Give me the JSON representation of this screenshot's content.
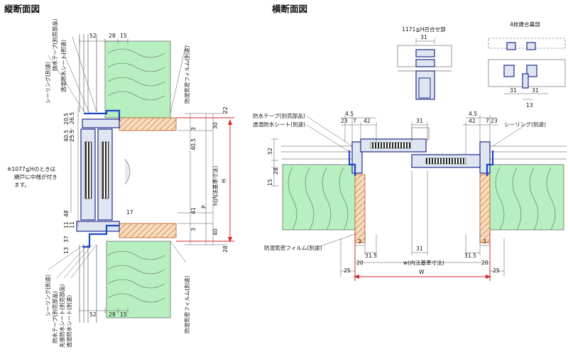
{
  "titles": {
    "vertical": "縦断面図",
    "horizontal": "横断面図"
  },
  "vertical_labels": {
    "sealing_top": "シーリング(別途)",
    "waterproof_tape_top": "防水テープ(別売部品)",
    "breathable_sheet_top": "透湿防水シート(別途)",
    "vapor_film_top": "防湿気密フィルム(別途)",
    "sealing_bottom": "シーリング(別途)",
    "waterproof_tape_bottom": "防水テープ(別売部品)",
    "flashing_bottom": "先張防水シート(別売部品)",
    "breathable_sheet_bottom": "透湿防水シート(別途)",
    "vapor_film_bottom": "防湿気密フィルム(別途)",
    "note_line1": "※1077≦Hのときは",
    "note_line2": "網戸に中桟が付き",
    "note_line3": "ます。",
    "inner_height": "h(内法基準寸法)",
    "height": "H",
    "p_label": "P"
  },
  "vertical_dims": {
    "top_52": "52",
    "top_28": "28",
    "top_15": "15",
    "top_22": "22",
    "top_25_5": "25.5",
    "top_26_5": "26.5",
    "top_20_5": "20.5",
    "top_40_5a": "40.5",
    "right_30": "30",
    "right_40_5": "40.5",
    "right_3a": "3",
    "mid_17": "17",
    "right_41": "41",
    "right_3b": "3",
    "right_40": "40",
    "right_28": "28",
    "left_48": "48",
    "left_11a": "11",
    "left_11b": "11",
    "left_37": "37",
    "left_13": "13",
    "bot_52": "52",
    "bot_28": "28",
    "bot_15": "15"
  },
  "horizontal_labels": {
    "section_a": "1171≦H召合せ部",
    "section_b": "4枚建合幕部",
    "waterproof_tape": "防水テープ(別売部品)",
    "breathable_sheet": "透湿防水シート(別途)",
    "sealing": "シーリング(別途)",
    "vapor_film": "防湿気密フィルム(別途)",
    "inner_width": "w(内法基準寸法)",
    "width": "W"
  },
  "horizontal_dims": {
    "a_31": "31",
    "b_31a": "31",
    "b_31b": "31",
    "b_13": "13",
    "top_4_5a": "4.5",
    "top_23": "23",
    "top_7a": "7",
    "top_42a": "42",
    "top_31": "31",
    "top_4_5b": "4.5",
    "top_42b": "42",
    "top_7b": "7",
    "top_23b": "23",
    "left_52": "52",
    "left_15": "15",
    "left_28": "28",
    "bot_3a": "3",
    "bot_3b": "3",
    "bot_31_5a": "31.5",
    "bot_31": "31",
    "bot_31_5b": "31.5",
    "bot_20a": "20",
    "bot_20b": "20",
    "bot_25a": "25",
    "bot_25b": "25"
  },
  "colors": {
    "insulation": "#b7efc0",
    "wood": "#e0a060",
    "frame_blue": "#1b45c9",
    "dimension_red": "#d42a2a"
  }
}
